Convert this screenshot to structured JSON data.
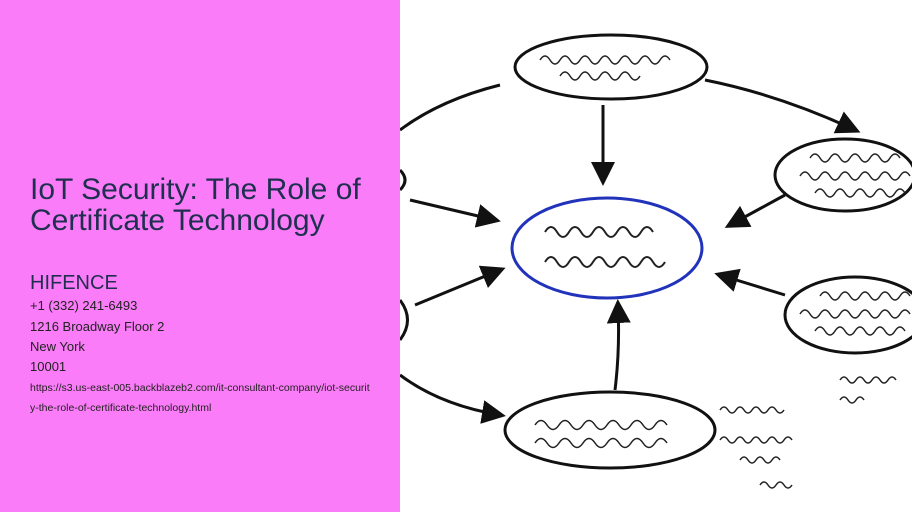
{
  "title": "IoT Security: The Role of Certificate Technology",
  "company": "HIFENCE",
  "phone": "+1 (332) 241-6493",
  "address": "1216 Broadway Floor 2",
  "city": "New York",
  "zip": "10001",
  "url": "https://s3.us-east-005.backblazeb2.com/it-consultant-company/iot-security-the-role-of-certificate-technology.html",
  "colors": {
    "background": "#fb7cf8",
    "title": "#1e2f4f",
    "center_ellipse": "#2233bb"
  }
}
